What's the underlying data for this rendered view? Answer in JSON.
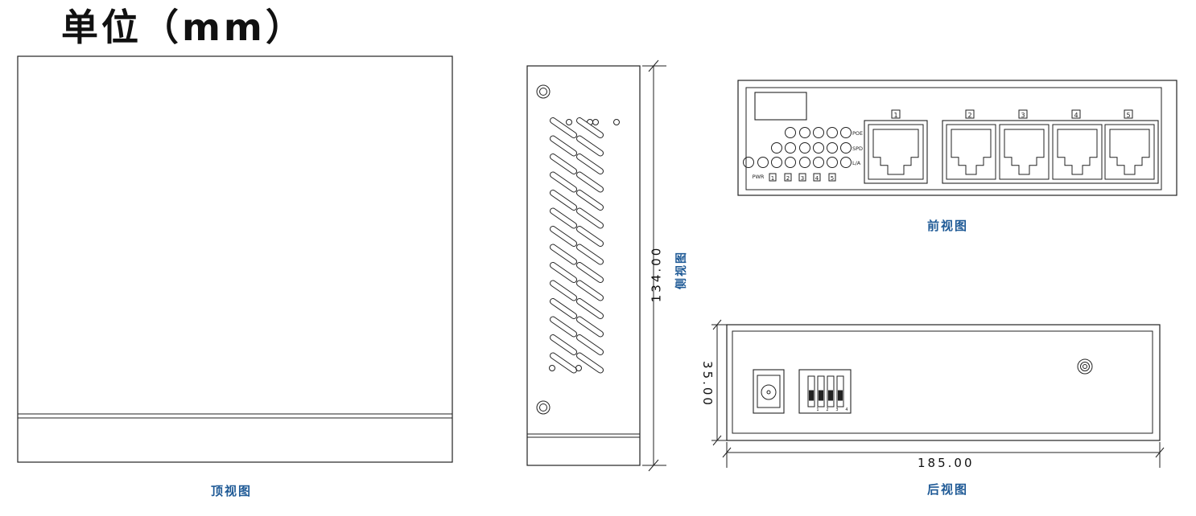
{
  "title": "单位（mm）",
  "views": {
    "top": {
      "caption": "顶视图"
    },
    "side": {
      "caption": "侧视图",
      "height_dim": "134.00"
    },
    "front": {
      "caption": "前视图",
      "led_labels": [
        "POE",
        "SPD",
        "L/A"
      ],
      "pwr_label": "PWR",
      "led_numbers": [
        "1",
        "2",
        "3",
        "4",
        "5"
      ],
      "port_numbers": [
        "1",
        "2",
        "3",
        "4",
        "5"
      ]
    },
    "rear": {
      "caption": "后视图",
      "height_dim": "35.00",
      "width_dim": "185.00",
      "dip_numbers": [
        "1",
        "2",
        "3",
        "4"
      ]
    }
  }
}
